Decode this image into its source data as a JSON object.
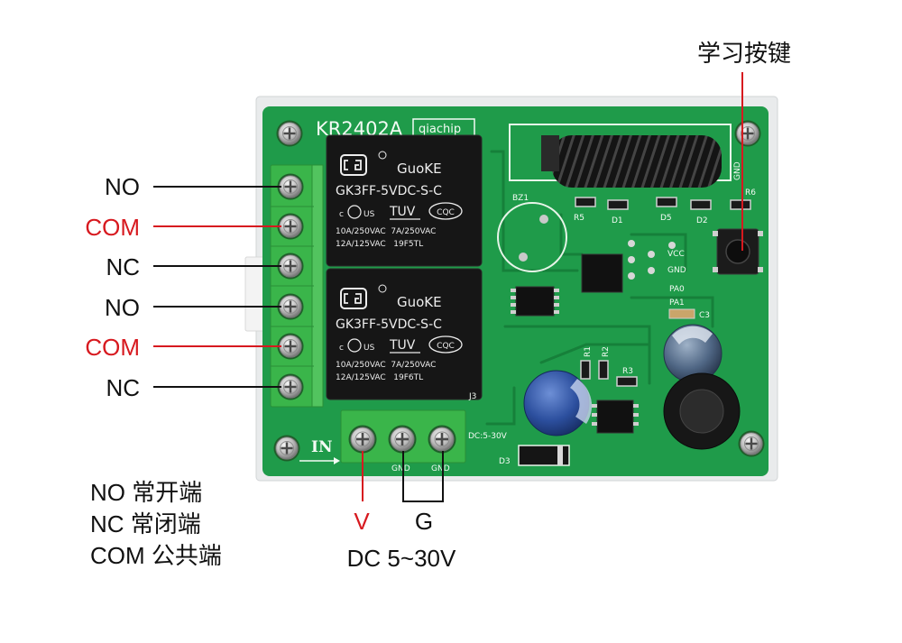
{
  "learn_key": {
    "label": "学习按键"
  },
  "relay_terminals": [
    "NO",
    "COM",
    "NC",
    "NO",
    "COM",
    "NC"
  ],
  "legend": [
    "NO 常开端",
    "NC 常闭端",
    "COM 公共端"
  ],
  "power_terminals": {
    "v_label": "V",
    "g_label": "G",
    "input_range": "DC 5~30V"
  },
  "board": {
    "model": "KR2402A",
    "brand": "qiachip",
    "input_label": "IN",
    "input_rating": "DC:5-30V",
    "silkscreen": {
      "bz1": "BZ1",
      "gnd_top": "GND",
      "vcc": "VCC",
      "gnd": "GND",
      "pa0": "PA0",
      "pa1": "PA1",
      "c3": "C3",
      "r5": "R5",
      "d1": "D1",
      "d5": "D5",
      "d2": "D2",
      "r6": "R6",
      "r1": "R1",
      "r2": "R2",
      "r3": "R3",
      "d3": "D3",
      "j3": "J3",
      "gnd_t2": "GND",
      "gnd_t3": "GND"
    }
  },
  "relays": [
    {
      "brand": "GuoKE",
      "model": "GK3FF-5VDC-S-C",
      "ul_c": "c",
      "ul_us": "US",
      "tuv": "TUV",
      "cqc": "CQC",
      "rating1": "10A/250VAC  7A/250VAC",
      "rating2": "12A/125VAC   19F5TL"
    },
    {
      "brand": "GuoKE",
      "model": "GK3FF-5VDC-S-C",
      "ul_c": "c",
      "ul_us": "US",
      "tuv": "TUV",
      "cqc": "CQC",
      "rating1": "10A/250VAC  7A/250VAC",
      "rating2": "12A/125VAC   19F6TL"
    }
  ],
  "colors": {
    "board": "#1f9b4a",
    "terminal_block": "#3ab54a",
    "label_red": "#d7191f"
  }
}
